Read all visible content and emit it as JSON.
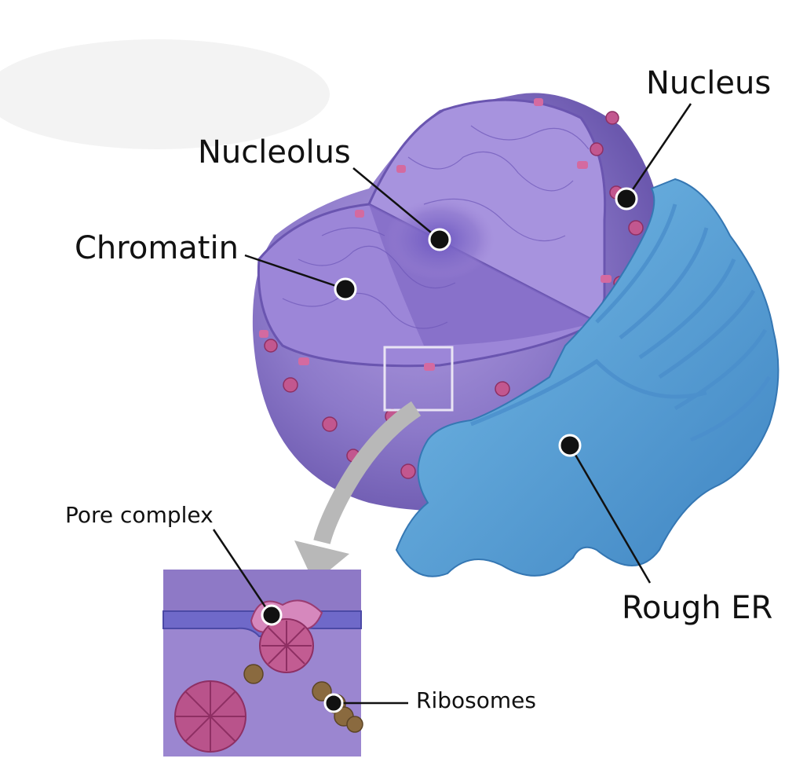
{
  "labels": {
    "nucleus": "Nucleus",
    "nucleolus": "Nucleolus",
    "chromatin": "Chromatin",
    "pore_complex": "Pore complex",
    "rough_er": "Rough ER",
    "ribosomes": "Ribosomes"
  },
  "colors": {
    "nucleus_purple": "#8c79c9",
    "nucleus_dark": "#6a55b0",
    "interior_violet": "#9f86d6",
    "pore_magenta": "#b94f86",
    "er_blue": "#5aa7dc",
    "er_dark": "#3e84c2",
    "ribosome_brown": "#8a6a3f",
    "arrow_gray": "#b8b8b8",
    "marker_black": "#111111",
    "marker_ring": "#ffffff"
  },
  "icons": {
    "marker": "filled-circle-marker",
    "zoom": "curved-arrow"
  }
}
